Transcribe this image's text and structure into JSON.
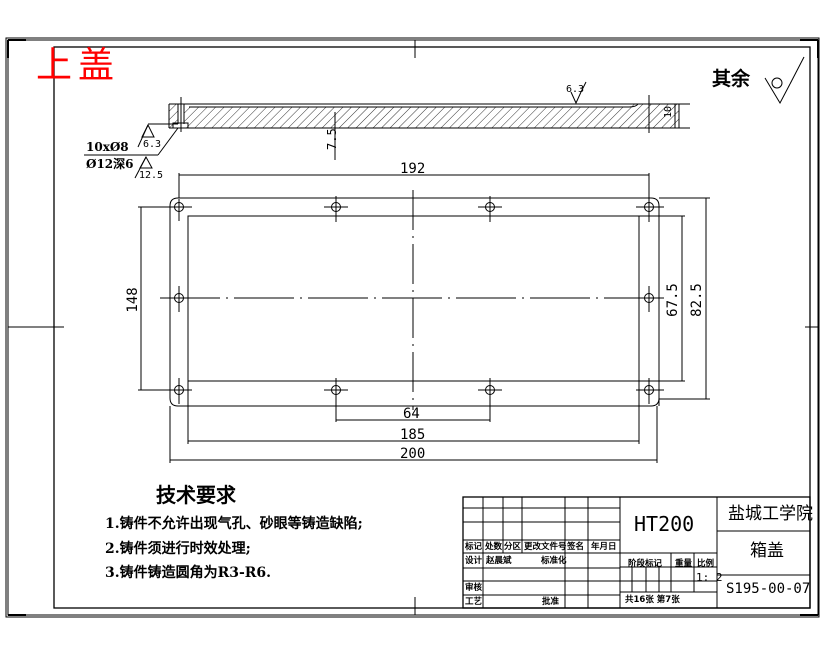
{
  "drawing": {
    "title": "上盖",
    "title_color": "#ff0000",
    "line_color": "#000000",
    "background": "#ffffff"
  },
  "section_view": {
    "surface_roughness_top": "6.3",
    "thickness_dim": "10",
    "recess_dim": "7.5",
    "hole_note_line1": "10xØ8",
    "hole_note_line2": "Ø12深6",
    "hole_roughness_1": "6.3",
    "hole_roughness_2": "12.5"
  },
  "other_roughness": {
    "label": "其余"
  },
  "plan_view": {
    "dimensions": {
      "hole_span_x": "192",
      "width_148": "148",
      "hole_span_y": "67.5",
      "outer_y": "82.5",
      "hole_pitch": "64",
      "inner_x": "185",
      "outer_x": "200"
    }
  },
  "technical_requirements": {
    "heading": "技术要求",
    "items": [
      "1.铸件不允许出现气孔、砂眼等铸造缺陷;",
      "2.铸件须进行时效处理;",
      "3.铸件铸造圆角为R3-R6."
    ]
  },
  "title_block": {
    "material": "HT200",
    "school": "盐城工学院",
    "part_name": "箱盖",
    "drawing_number": "S195-00-07",
    "scale": "1: 2",
    "sheets": "共16张 第7张",
    "headers": [
      "标记",
      "处数",
      "分区",
      "更改文件号",
      "签名",
      "年月日"
    ],
    "design_label": "设计",
    "designer": "赵晨斌",
    "standardization_label": "标准化",
    "review_label": "审核",
    "process_label": "工艺",
    "approve_label": "批准",
    "stage_mark_label": "阶段标记",
    "weight_label": "重量",
    "scale_label": "比例"
  }
}
